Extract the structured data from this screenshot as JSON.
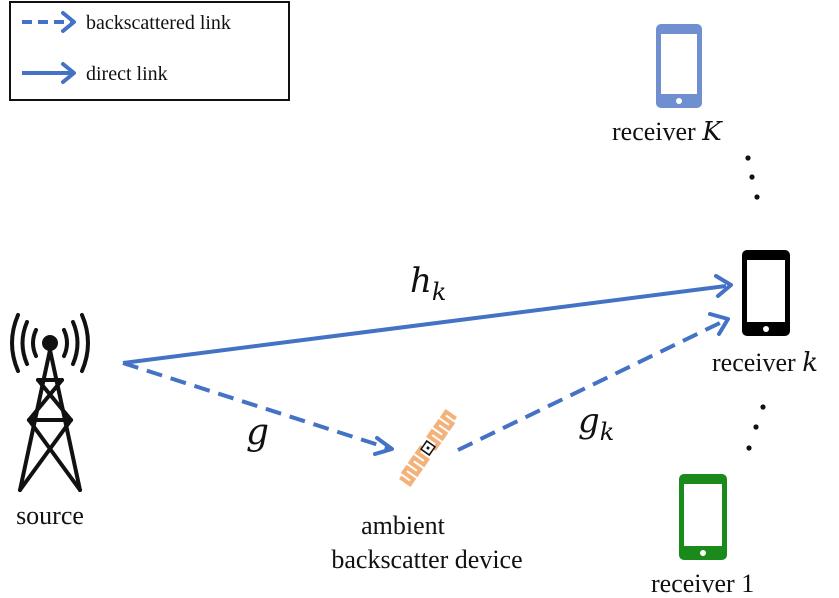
{
  "legend": {
    "backscattered_label": "backscattered link",
    "direct_label": "direct link"
  },
  "nodes": {
    "source_label": "source",
    "device_label_line1": "ambient",
    "device_label_line2": "backscatter device",
    "receiver_K_label": "receiver",
    "receiver_K_index": "K",
    "receiver_k_label": "receiver",
    "receiver_k_index": "k",
    "receiver_1_label": "receiver 1"
  },
  "links": {
    "direct_symbol": "h",
    "direct_subscript": "k",
    "source_device_symbol": "g",
    "device_receiver_symbol": "g",
    "device_receiver_subscript": "k"
  },
  "colors": {
    "link_blue": "#4472c4",
    "receiver_K": "#6f8fd1",
    "receiver_k": "#000000",
    "receiver_1": "#1a8a1a",
    "device_orange": "#f2b27a"
  }
}
